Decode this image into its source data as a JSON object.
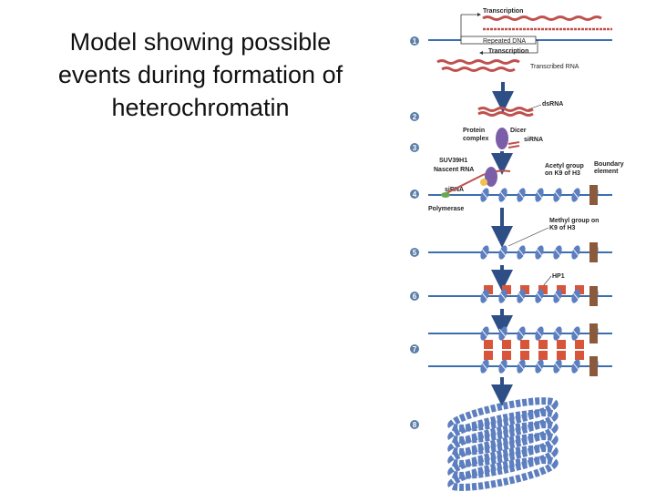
{
  "title": {
    "line1": "Model showing possible",
    "line2": "events during formation of",
    "line3": "heterochromatin"
  },
  "steps": [
    "1",
    "2",
    "3",
    "4",
    "5",
    "6",
    "7",
    "8"
  ],
  "labels": {
    "transcription_top": "Transcription",
    "repeated_dna": "Repeated DNA",
    "transcription_bottom": "Transcription",
    "transcribed_rna": "Transcribed RNA",
    "dsrna": "dsRNA",
    "protein_complex_1": "Protein",
    "protein_complex_2": "complex",
    "dicer": "Dicer",
    "sirna_top": "siRNA",
    "suv39h1": "SUV39H1",
    "nascent_rna": "Nascent RNA",
    "sirna_mid": "siRNA",
    "acetyl_1": "Acetyl group",
    "acetyl_2": "on K9 of H3",
    "boundary_1": "Boundary",
    "boundary_2": "element",
    "polymerase": "Polymerase",
    "methyl_1": "Methyl group on",
    "methyl_2": "K9 of H3",
    "hp1": "HP1"
  },
  "colors": {
    "dna_line": "#3b6fb0",
    "rna": "#c0504d",
    "step_circle": "#5b7fa8",
    "arrow": "#2d4f86",
    "nucleosome": "#5d7fbf",
    "hp1": "#d8553a",
    "boundary": "#8b5a3c",
    "protein": "#7b5ea7",
    "polymerase": "#6aa84f"
  }
}
